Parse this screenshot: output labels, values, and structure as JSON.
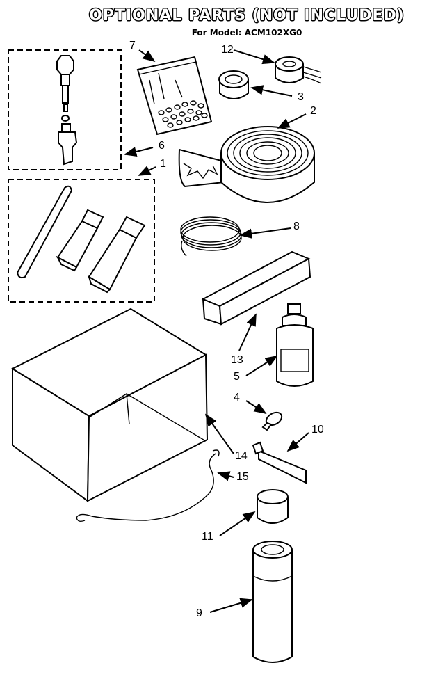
{
  "header": {
    "title": "OPTIONAL PARTS (NOT INCLUDED)",
    "subtitle": "For Model: ACM102XG0"
  },
  "callouts": {
    "c1": "1",
    "c2": "2",
    "c3": "3",
    "c4": "4",
    "c5": "5",
    "c6": "6",
    "c7": "7",
    "c8": "8",
    "c9": "9",
    "c10": "10",
    "c11": "11",
    "c12": "12",
    "c13": "13",
    "c14": "14",
    "c15": "15"
  }
}
